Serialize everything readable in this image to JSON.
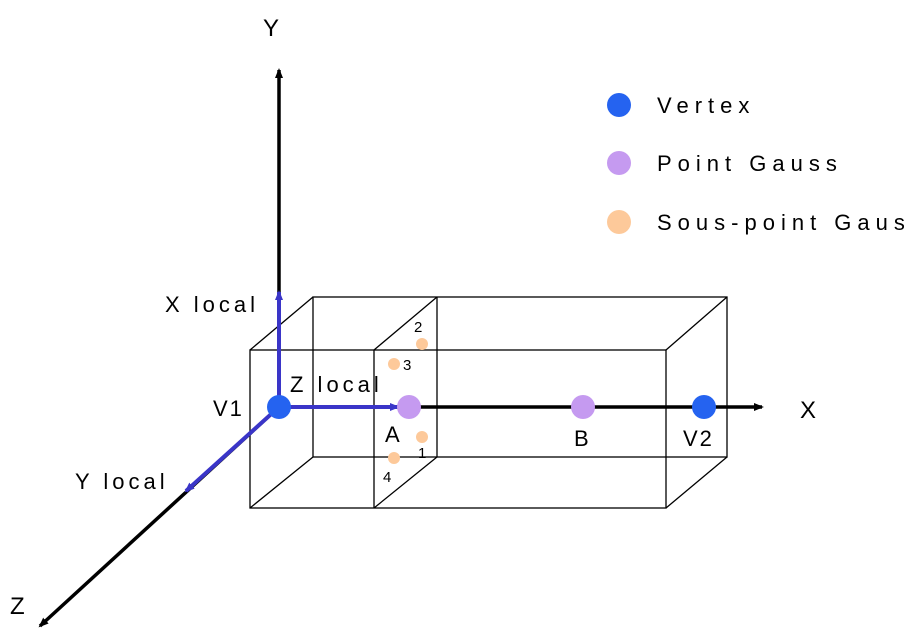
{
  "axes": {
    "x": "X",
    "y": "Y",
    "z": "Z"
  },
  "local_axes": {
    "x": "X local",
    "y": "Y local",
    "z": "Z local"
  },
  "points": {
    "v1": "V1",
    "v2": "V2",
    "a": "A",
    "b": "B"
  },
  "sub_points": [
    "1",
    "2",
    "3",
    "4"
  ],
  "legend": [
    {
      "label": "Vertex",
      "color": "#2563f0"
    },
    {
      "label": "Point Gauss",
      "color": "#c59af0"
    },
    {
      "label": "Sous-point Gauss",
      "color": "#fdc99a"
    }
  ],
  "colors": {
    "axis": "#000000",
    "local_axis": "#3a35c8",
    "vertex": "#2563f0",
    "gauss": "#c59af0",
    "sub_gauss": "#fdc99a",
    "edge": "#000000"
  }
}
